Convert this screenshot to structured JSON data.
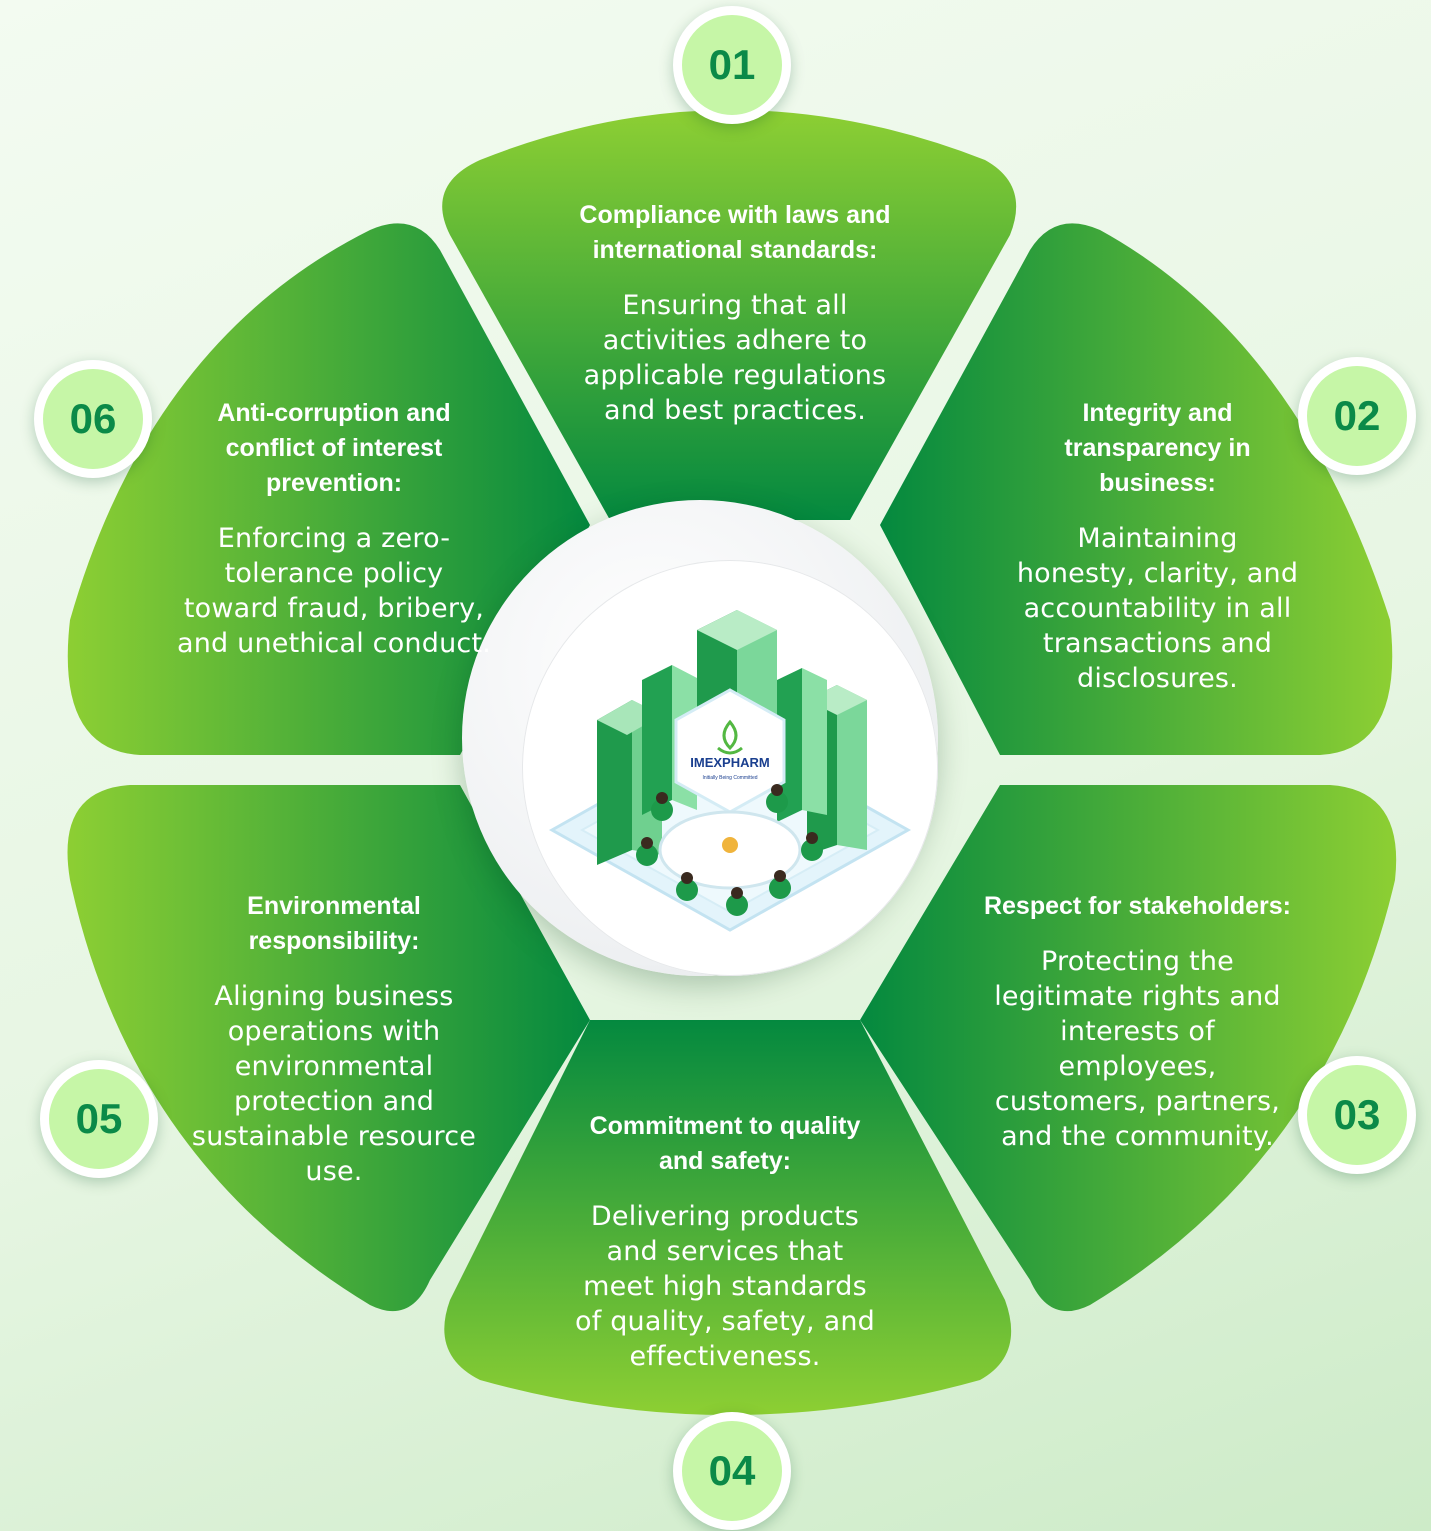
{
  "colors": {
    "petal_dark": "#04893f",
    "petal_light": "#8dcf33",
    "badge_fill": "#c6f6a7",
    "badge_text": "#0b8a48"
  },
  "items": [
    {
      "number": "01",
      "title": "Compliance with laws and international standards:",
      "description": "Ensuring that all activities adhere to applicable regulations and best practices."
    },
    {
      "number": "02",
      "title": "Integrity and transparency in business:",
      "description": "Maintaining honesty, clarity, and accountability in all transactions and disclosures."
    },
    {
      "number": "03",
      "title": "Respect for stakeholders:",
      "description": "Protecting the legitimate rights and interests of employees, customers, partners, and the community."
    },
    {
      "number": "04",
      "title": "Commitment to quality and safety:",
      "description": "Delivering products and services that meet high standards of quality, safety, and effectiveness."
    },
    {
      "number": "05",
      "title": "Environmental responsibility:",
      "description": "Aligning business operations with environmental protection and sustainable resource use."
    },
    {
      "number": "06",
      "title": "Anti-corruption and conflict of interest prevention:",
      "description": "Enforcing a zero-tolerance policy toward fraud, bribery, and unethical conduct."
    }
  ],
  "center": {
    "logo_text": "IMEXPHARM",
    "tagline": "Initially Being Committed"
  }
}
